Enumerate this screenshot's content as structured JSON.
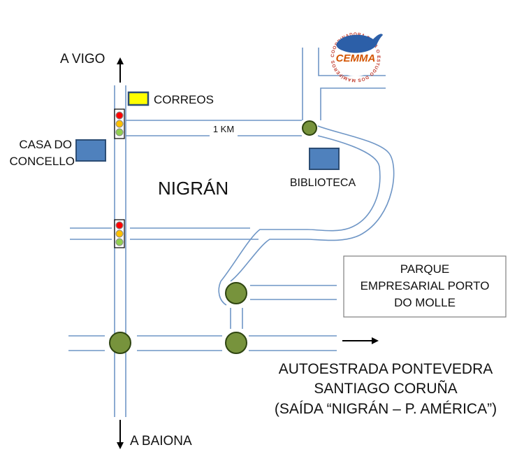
{
  "labels": {
    "north": "A VIGO",
    "south": "A BAIONA",
    "town": "NIGRÁN",
    "post_office": "CORREOS",
    "town_hall_line1": "CASA DO",
    "town_hall_line2": "CONCELLO",
    "library": "BIBLIOTECA",
    "distance": "1 KM",
    "park_line1": "PARQUE",
    "park_line2": "EMPRESARIAL PORTO",
    "park_line3": "DO MOLLE",
    "motorway_line1": "AUTOESTRADA  PONTEVEDRA",
    "motorway_line2": "SANTIAGO  CORUÑA",
    "motorway_line3": "(SAÍDA “NIGRÁN – P. AMÉRICA”)"
  },
  "logo": {
    "name": "CEMMA",
    "arc_text": "COORDINADORA PARA O ESTUDO DOS MAMÍFEROS MARIÑOS"
  },
  "colors": {
    "road": "#6f96c6",
    "roundabout": "#77933c",
    "roundabout_stroke": "#2e4410",
    "building": "#4f81bd",
    "building_stroke": "#2c4d75",
    "post_office": "#ffff00",
    "traffic_red": "#ff0000",
    "traffic_amber": "#ffc000",
    "traffic_green": "#92d050"
  }
}
